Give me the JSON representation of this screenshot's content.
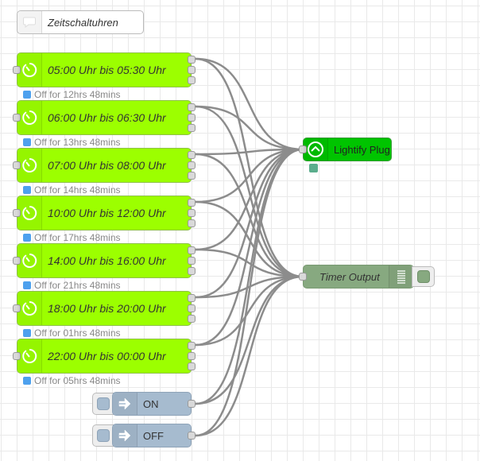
{
  "comment": {
    "label": "Zeitschaltuhren",
    "icon": "comment-icon"
  },
  "timers": [
    {
      "label": "05:00 Uhr bis 05:30 Uhr",
      "status": "Off for 12hrs 48mins"
    },
    {
      "label": "06:00 Uhr bis 06:30 Uhr",
      "status": "Off for 13hrs 48mins"
    },
    {
      "label": "07:00 Uhr bis 08:00 Uhr",
      "status": "Off for 14hrs 48mins"
    },
    {
      "label": "10:00 Uhr bis 12:00 Uhr",
      "status": "Off for 17hrs 48mins"
    },
    {
      "label": "14:00 Uhr bis 16:00 Uhr",
      "status": "Off for 21hrs 48mins"
    },
    {
      "label": "18:00 Uhr bis 20:00 Uhr",
      "status": "Off for 01hrs 48mins"
    },
    {
      "label": "22:00 Uhr bis 00:00 Uhr",
      "status": "Off for 05hrs 48mins"
    }
  ],
  "injects": [
    {
      "label": "ON"
    },
    {
      "label": "OFF"
    }
  ],
  "plug": {
    "label": "Lightify Plug",
    "icon": "lightify-icon"
  },
  "debug": {
    "label": "Timer Output",
    "icon": "debug-list-icon"
  },
  "colors": {
    "timer": "#9cff00",
    "plug": "#00c400",
    "debug": "#87a980",
    "inject": "#a6bbcf",
    "status_dot": "#4ea1ee"
  }
}
